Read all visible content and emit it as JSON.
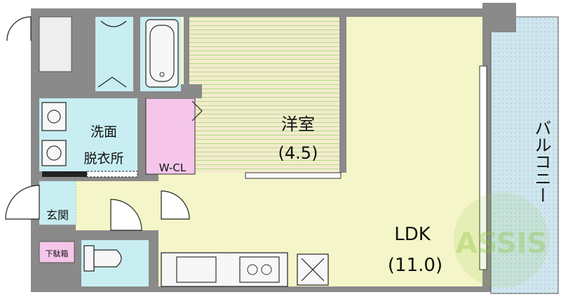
{
  "rooms": {
    "western_room": {
      "name": "洋室",
      "size": "(4.5)"
    },
    "ldk": {
      "name": "LDK",
      "size": "(11.0)"
    },
    "washroom": {
      "line1": "洗面",
      "line2": "脱衣所"
    },
    "walk_in_closet": {
      "name": "W-CL"
    },
    "entrance": {
      "name": "玄関"
    },
    "shoe_box": {
      "name": "下駄箱"
    },
    "balcony": {
      "name": "バルコニー"
    }
  },
  "watermark": {
    "text": "ASSIS"
  },
  "colors": {
    "ldk": "#f4f5c8",
    "western_room": "#f2eccd",
    "wet_area": "#c8eef2",
    "closet": "#f5c6ea",
    "balcony": "#d0e6ef",
    "wall": "#8a8a8a",
    "watermark": "#8cc43f"
  }
}
